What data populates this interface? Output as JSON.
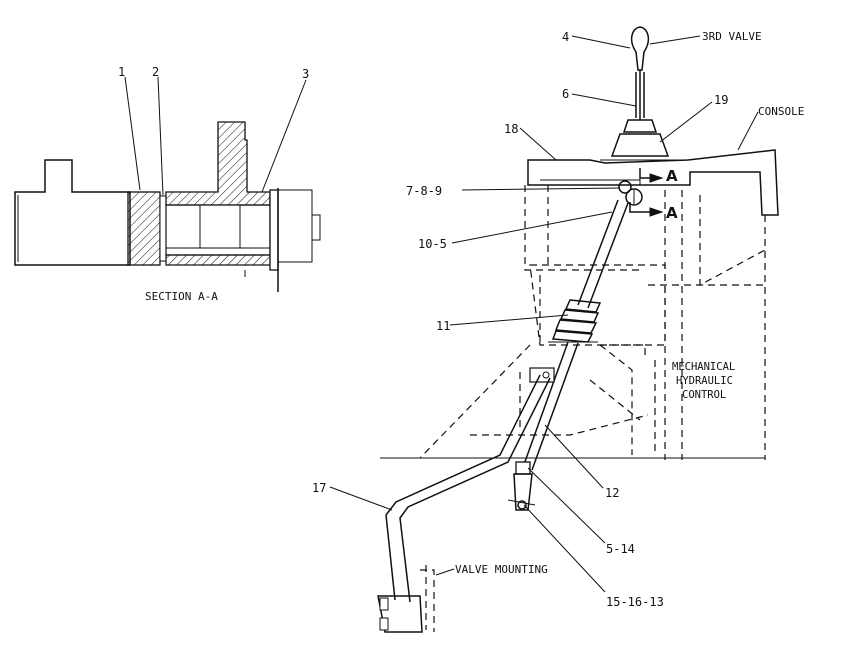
{
  "section_view": {
    "callouts": [
      "1",
      "2",
      "3"
    ],
    "caption": "SECTION A-A"
  },
  "assembly_view": {
    "callouts": {
      "part_4": "4",
      "part_6": "6",
      "part_19": "19",
      "part_18": "18",
      "part_7_8_9": "7-8-9",
      "part_10_5": "10-5",
      "part_11": "11",
      "part_12": "12",
      "part_17": "17",
      "part_5_14": "5-14",
      "part_15_16_13": "15-16-13"
    },
    "labels": {
      "third_valve": "3RD VALVE",
      "console": "CONSOLE",
      "mechanical": "MECHANICAL",
      "hydraulic": "HYDRAULIC",
      "control": "CONTROL",
      "valve_mounting": "VALVE MOUNTING"
    },
    "section_marks": [
      "A",
      "A"
    ]
  }
}
